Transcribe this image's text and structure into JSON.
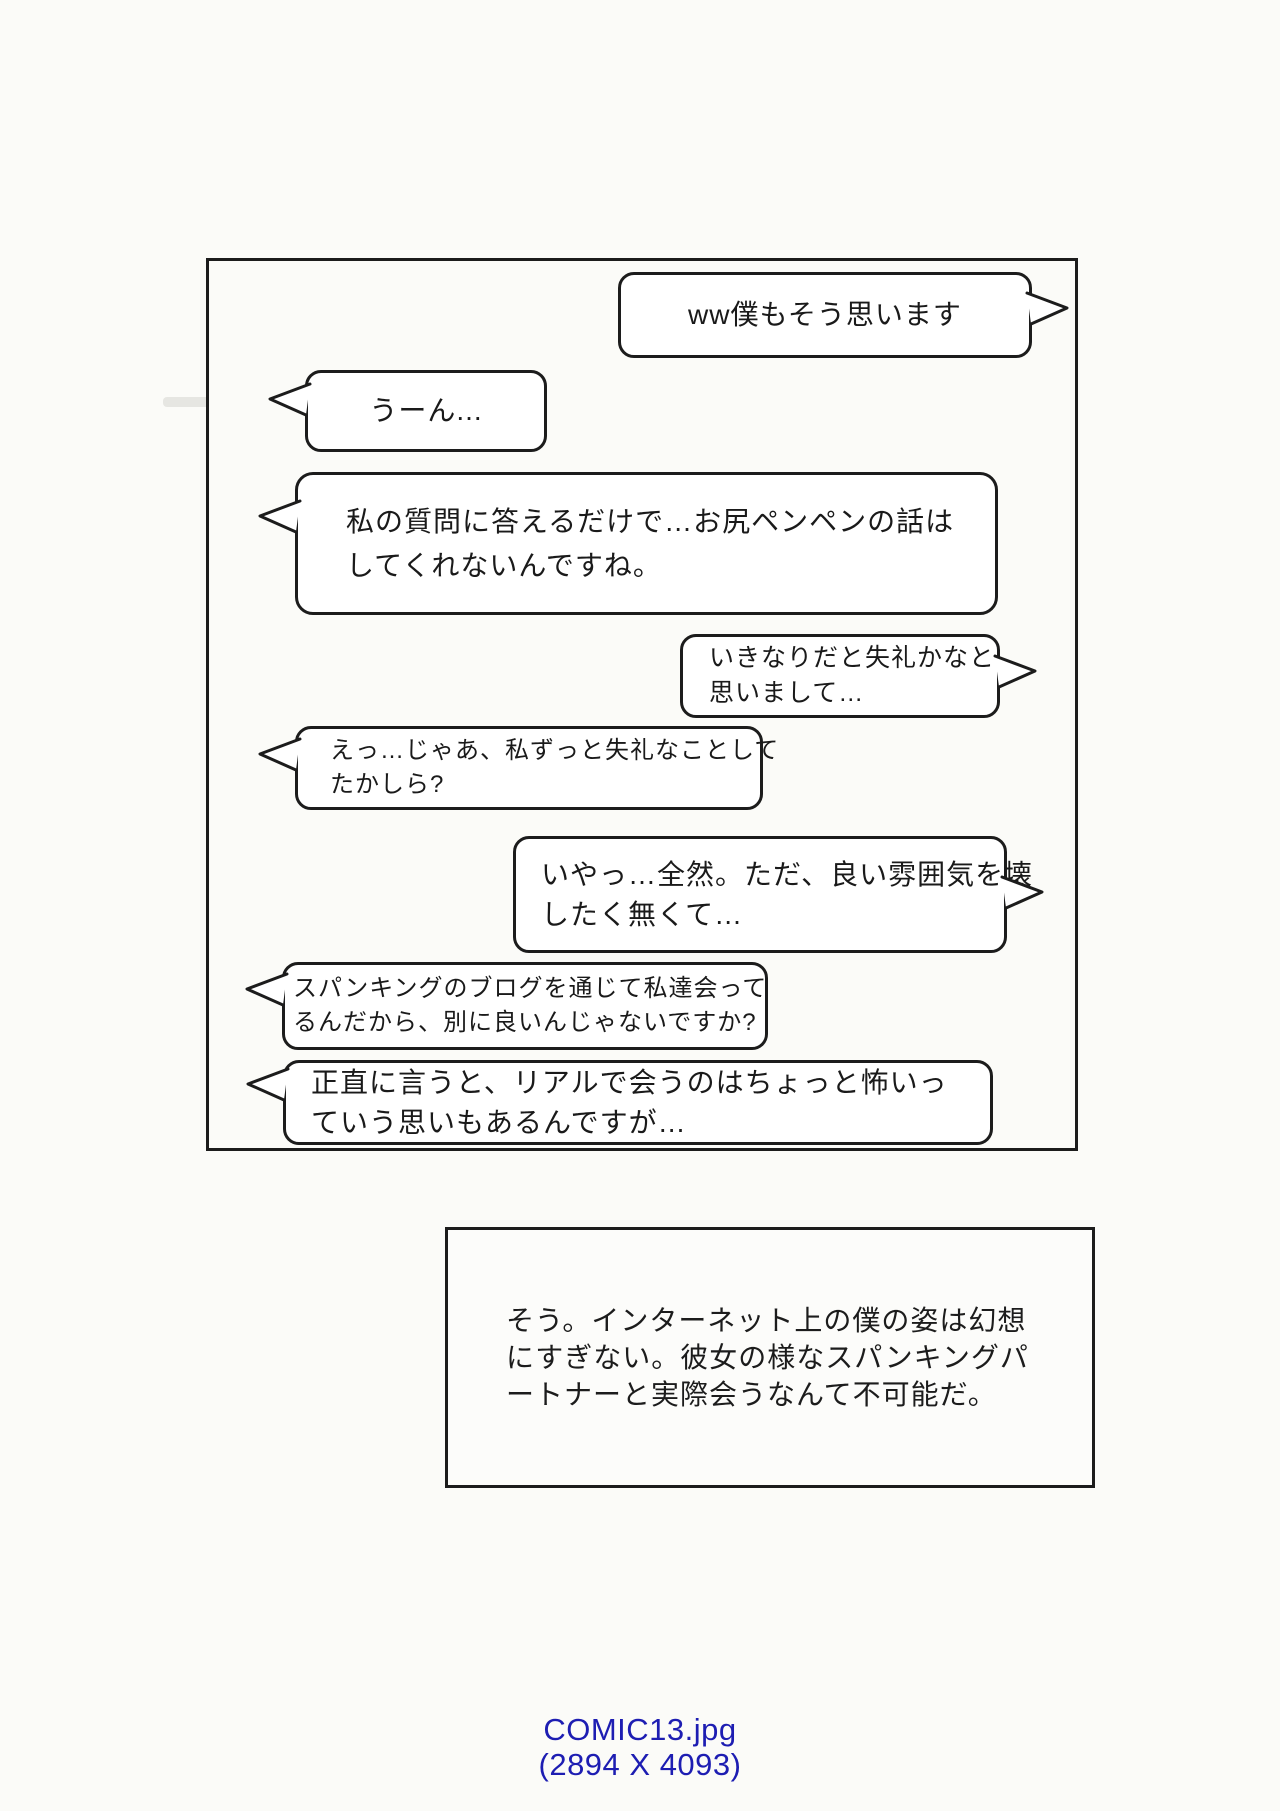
{
  "page": {
    "paper_color": "#fbfbf8",
    "ink_color": "#1c1c1c"
  },
  "chat": {
    "bubbles": [
      {
        "side": "right",
        "lines": [
          "ww僕もそう思います"
        ]
      },
      {
        "side": "left",
        "lines": [
          "うーん..."
        ]
      },
      {
        "side": "left",
        "lines": [
          "私の質問に答えるだけで…お尻ペンペンの話は",
          "してくれないんですね。"
        ]
      },
      {
        "side": "right",
        "lines": [
          "いきなりだと失礼かなと",
          "思いまして…"
        ]
      },
      {
        "side": "left",
        "lines": [
          "えっ…じゃあ、私ずっと失礼なことして",
          "たかしら?"
        ]
      },
      {
        "side": "right",
        "lines": [
          "いやっ…全然。ただ、良い雰囲気を壊",
          "したく無くて…"
        ]
      },
      {
        "side": "left",
        "lines": [
          "スパンキングのブログを通じて私達会って",
          "るんだから、別に良いんじゃないですか?"
        ]
      },
      {
        "side": "left",
        "lines": [
          "正直に言うと、リアルで会うのはちょっと怖いっ",
          "ていう思いもあるんですが…"
        ]
      }
    ]
  },
  "narration": {
    "lines": [
      "そう。インターネット上の僕の姿は幻想",
      "にすぎない。彼女の様なスパンキングパ",
      "ートナーと実際会うなんて不可能だ。"
    ],
    "text": "そう。インターネット上の僕の姿は幻想にすぎない。彼女の様なスパンキングパートナーと実際会うなんて不可能だ。"
  },
  "footer": {
    "filename": "COMIC13.jpg",
    "dimensions": "(2894 X 4093)",
    "color": "#1d1db2"
  }
}
